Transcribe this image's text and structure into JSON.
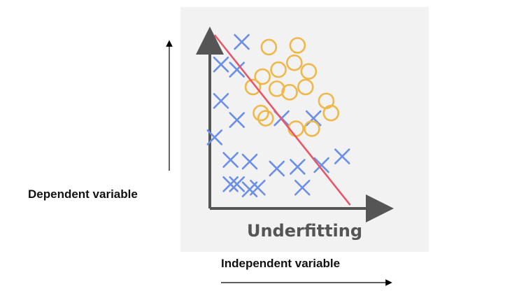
{
  "diagram": {
    "caption": "Underfitting",
    "y_axis_label": "Dependent variable",
    "x_axis_label": "Independent variable"
  },
  "colors": {
    "background_panel": "#f2f2f2",
    "axis": "#555555",
    "cross_marker": "#6b8fe8",
    "circle_marker": "#f0b84a",
    "fit_line": "#e8566a",
    "outer_arrow": "#000000"
  },
  "chart_data": {
    "type": "scatter",
    "title": "Underfitting",
    "xlabel": "Independent variable",
    "ylabel": "Dependent variable",
    "series": [
      {
        "marker": "cross",
        "x": [
          0.2,
          0.07,
          0.17,
          0.07,
          0.17,
          0.03,
          0.13,
          0.25,
          0.45,
          0.65,
          0.13,
          0.25,
          0.42,
          0.55,
          0.7,
          0.83,
          0.17,
          0.3,
          0.58
        ],
        "y": [
          0.96,
          0.83,
          0.8,
          0.62,
          0.51,
          0.41,
          0.28,
          0.27,
          0.52,
          0.52,
          0.14,
          0.11,
          0.23,
          0.24,
          0.25,
          0.3,
          0.14,
          0.12,
          0.12
        ]
      },
      {
        "marker": "circle",
        "x": [
          0.37,
          0.55,
          0.53,
          0.43,
          0.33,
          0.62,
          0.27,
          0.42,
          0.5,
          0.6,
          0.76,
          0.35,
          0.54,
          0.64,
          0.73,
          0.32
        ],
        "y": [
          0.93,
          0.94,
          0.84,
          0.8,
          0.76,
          0.79,
          0.7,
          0.69,
          0.67,
          0.7,
          0.55,
          0.52,
          0.46,
          0.46,
          0.62,
          0.55
        ]
      }
    ],
    "fit_line": {
      "x": [
        0.03,
        0.88
      ],
      "y": [
        1.0,
        0.02
      ]
    }
  }
}
